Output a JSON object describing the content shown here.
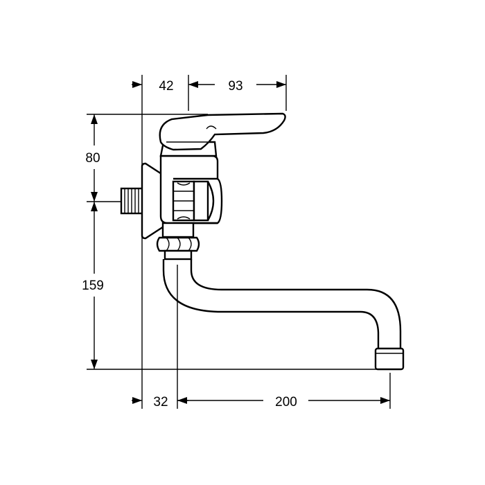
{
  "dimensions": {
    "top_left": "42",
    "top_right": "93",
    "left_upper": "80",
    "left_lower": "159",
    "bottom_left": "32",
    "bottom_right": "200"
  }
}
